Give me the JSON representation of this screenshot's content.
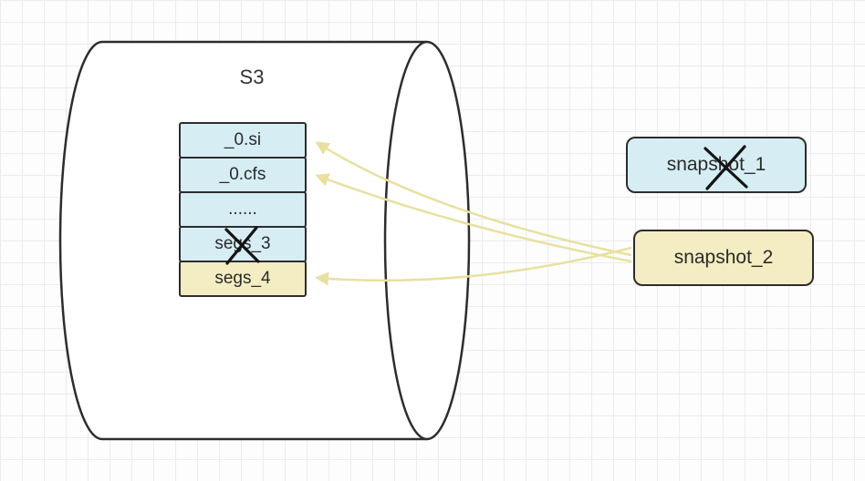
{
  "canvas": {
    "background": "#fdfdfd",
    "grid_color": "#ececec"
  },
  "cylinder": {
    "label": "S3",
    "fill": "#ffffff",
    "stroke": "#2d2d2d"
  },
  "files": {
    "rows": [
      {
        "label": "_0.si",
        "fill": "#d6edf4",
        "crossed_out": false
      },
      {
        "label": "_0.cfs",
        "fill": "#d6edf4",
        "crossed_out": false
      },
      {
        "label": "......",
        "fill": "#d6edf4",
        "crossed_out": false
      },
      {
        "label": "segs_3",
        "fill": "#d6edf4",
        "crossed_out": true
      },
      {
        "label": "segs_4",
        "fill": "#f4ecc2",
        "crossed_out": false
      }
    ]
  },
  "snapshots": [
    {
      "label": "snapshot_1",
      "fill": "#d6edf4",
      "crossed_out": true
    },
    {
      "label": "snapshot_2",
      "fill": "#f4ecc2",
      "crossed_out": false
    }
  ],
  "arrows": {
    "color": "#e9e0a0",
    "links": [
      {
        "from": "snapshot_2",
        "to": "_0.si"
      },
      {
        "from": "snapshot_2",
        "to": "_0.cfs"
      },
      {
        "from": "snapshot_2",
        "to": "segs_4"
      }
    ]
  },
  "cross_color": "#141414"
}
